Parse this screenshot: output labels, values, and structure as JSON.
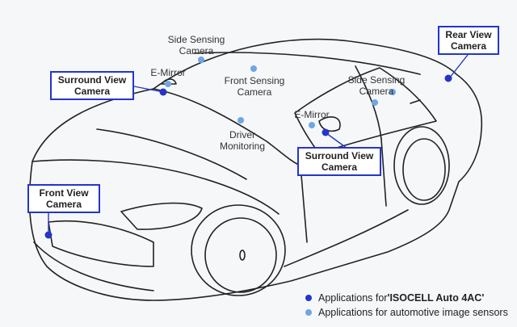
{
  "labels": {
    "side_sensing_top": "Side Sensing\nCamera",
    "e_mirror_left": "E-Mirror",
    "surround_view_left": "Surround View\nCamera",
    "front_sensing": "Front Sensing\nCamera",
    "side_sensing_right": "Side Sensing\nCamera",
    "rear_view": "Rear View\nCamera",
    "e_mirror_right": "E-Mirror",
    "driver_monitoring": "Driver\nMonitoring",
    "surround_view_right": "Surround View\nCamera",
    "front_view": "Front View\nCamera"
  },
  "legend": {
    "isocell_prefix": "Applications for ",
    "isocell_name": "'ISOCELL Auto 4AC'",
    "automotive": "Applications for automotive image sensors"
  },
  "colors": {
    "isocell_dot": "#2436c8",
    "automotive_dot": "#6fa6e4",
    "box_border": "#2436c8"
  }
}
